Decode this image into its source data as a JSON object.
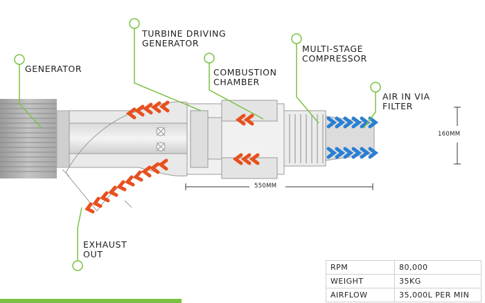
{
  "labels": {
    "generator": "GENERATOR",
    "turbine_line1": "TURBINE DRIVING",
    "turbine_line2": "GENERATOR",
    "combustion_line1": "COMBUSTION",
    "combustion_line2": "CHAMBER",
    "compressor_line1": "MULTI-STAGE",
    "compressor_line2": "COMPRESSOR",
    "air_line1": "AIR IN VIA",
    "air_line2": "FILTER",
    "exhaust_line1": "EXHAUST",
    "exhaust_line2": "OUT"
  },
  "dimensions": {
    "length": "550MM",
    "diameter": "160MM"
  },
  "specs": [
    {
      "label": "RPM",
      "value": "80,000"
    },
    {
      "label": "WEIGHT",
      "value": "35KG"
    },
    {
      "label": "AIRFLOW",
      "value": "35,000L PER MIN"
    }
  ],
  "colors": {
    "accent": "#7ac142",
    "hot": "#e8501e",
    "cold": "#2a7fd4"
  }
}
